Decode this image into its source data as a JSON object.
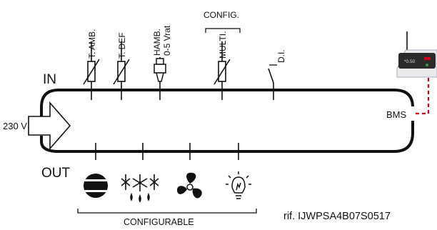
{
  "labels": {
    "in": "IN",
    "out": "OUT",
    "voltage": "230 V",
    "bms": "BMS",
    "config_group": "CONFIG.",
    "configurable": "CONFIGURABLE",
    "reference": "rif. IJWPSA4B07S0517"
  },
  "inputs": [
    {
      "label": "T. AMB.",
      "symbol": "thermistor"
    },
    {
      "label": "T. DEF",
      "symbol": "thermistor"
    },
    {
      "label": "HAMB.",
      "label2": "0-5 Vrat",
      "symbol": "transducer"
    },
    {
      "label": "MULTI.",
      "symbol": "thermistor"
    },
    {
      "label": "D.I.",
      "symbol": "switch"
    }
  ],
  "outputs": [
    {
      "name": "compressor",
      "icon": "compressor-icon"
    },
    {
      "name": "defrost",
      "icon": "defrost-icon"
    },
    {
      "name": "fan",
      "icon": "fan-icon"
    },
    {
      "name": "light",
      "icon": "light-bulb-icon"
    }
  ],
  "device": {
    "display": "*0.50",
    "icon": "controller-device-icon"
  },
  "colors": {
    "line": "#111111",
    "bms_link": "#d0021b",
    "device_body": "#2b2b2b",
    "device_base": "#e8eaec"
  }
}
